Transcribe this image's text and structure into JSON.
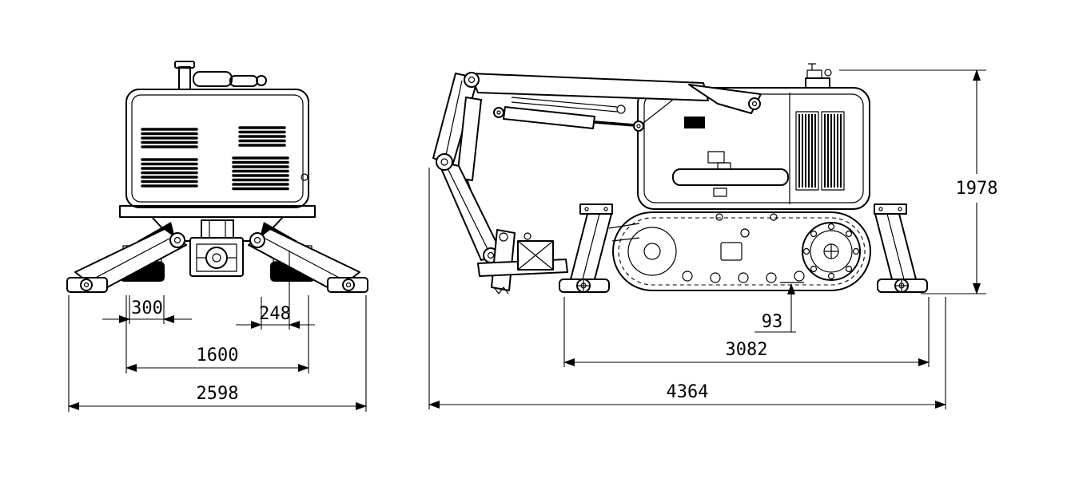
{
  "front_view": {
    "track_shoe_width": "300",
    "foot_offset": "248",
    "body_width": "1600",
    "overall_width": "2598"
  },
  "side_view": {
    "overall_height": "1978",
    "ground_clearance": "93",
    "support_span": "3082",
    "overall_length": "4364"
  },
  "colors": {
    "line": "#000000",
    "background": "#ffffff"
  }
}
